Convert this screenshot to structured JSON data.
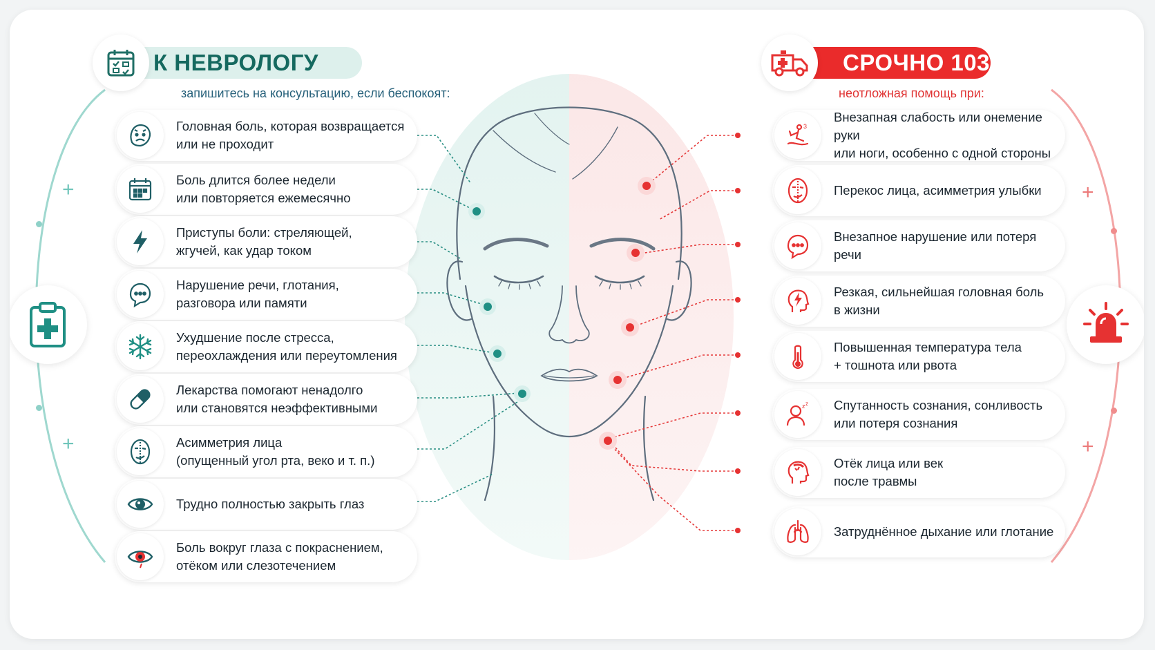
{
  "left_header": {
    "title": "К НЕВРОЛОГУ",
    "subtitle": "запишитесь на консультацию, если беспокоят:",
    "icon": "calendar-icon",
    "color": "#15695f"
  },
  "right_header": {
    "title": "СРОЧНО 103",
    "subtitle": "неотложная помощь при:",
    "icon": "ambulance-icon",
    "color": "#ea2b2b"
  },
  "left_items": [
    {
      "text": "Головная боль, которая возвращается\nили не проходит",
      "icon": "head-pain-icon"
    },
    {
      "text": "Боль длится более недели\nили повторяется ежемесячно",
      "icon": "calendar-icon"
    },
    {
      "text": "Приступы боли: стреляющей,\nжгучей, как удар током",
      "icon": "lightning-icon"
    },
    {
      "text": "Нарушение речи, глотания,\nразговора или памяти",
      "icon": "speech-bubble-icon"
    },
    {
      "text": "Ухудшение после стресса,\nпереохлаждения или переутомления",
      "icon": "snowflake-icon"
    },
    {
      "text": "Лекарства помогают ненадолго\nили становятся неэффективными",
      "icon": "pill-icon"
    },
    {
      "text": "Асимметрия лица\n(опущенный угол рта, веко и т. п.)",
      "icon": "face-asymmetry-icon"
    },
    {
      "text": "Трудно полностью закрыть глаз",
      "icon": "eye-icon"
    },
    {
      "text": "Боль вокруг глаза с покраснением,\nотёком или слезотечением",
      "icon": "red-eye-icon"
    }
  ],
  "right_items": [
    {
      "text": "Внезапная слабость или онемение руки\nили ноги, особенно с одной стороны",
      "icon": "weak-arm-icon"
    },
    {
      "text": "Перекос лица, асимметрия улыбки",
      "icon": "face-asymmetry-icon"
    },
    {
      "text": "Внезапное нарушение или потеря речи",
      "icon": "speech-bubble-icon"
    },
    {
      "text": "Резкая, сильнейшая головная боль\nв жизни",
      "icon": "head-lightning-icon"
    },
    {
      "text": "Повышенная температура тела\n+ тошнота или рвота",
      "icon": "thermometer-icon"
    },
    {
      "text": "Спутанность сознания, сонливость\nили потеря сознания",
      "icon": "sleepy-person-icon"
    },
    {
      "text": "Отёк лица или век\nпосле травмы",
      "icon": "head-injury-icon"
    },
    {
      "text": "Затруднённое дыхание или глотание",
      "icon": "lungs-icon"
    }
  ],
  "side_icons": {
    "left": "medical-clipboard-icon",
    "right": "siren-icon"
  },
  "colors": {
    "teal": "#1f8f84",
    "red": "#e63232",
    "text": "#1c2730"
  }
}
